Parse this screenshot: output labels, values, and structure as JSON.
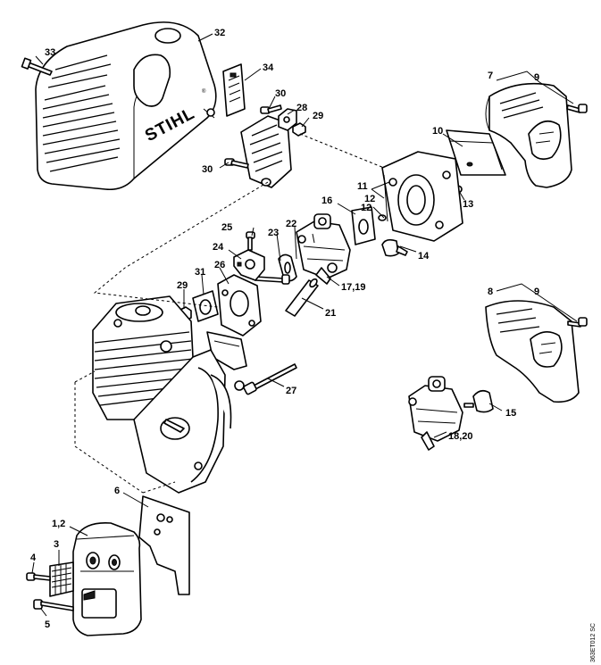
{
  "brand": "STIHL",
  "brand_mark": "®",
  "figure_code": "363ET012 SC",
  "labels": {
    "l1_2": "1,2",
    "l3": "3",
    "l4": "4",
    "l5": "5",
    "l6": "6",
    "l7": "7",
    "l8": "8",
    "l9a": "9",
    "l9b": "9",
    "l10": "10",
    "l11": "11",
    "l12a": "12",
    "l12b": "12",
    "l13": "13",
    "l14": "14",
    "l15": "15",
    "l16": "16",
    "l17_19": "17,19",
    "l18_20": "18,20",
    "l21": "21",
    "l22": "22",
    "l23": "23",
    "l24": "24",
    "l25": "25",
    "l26": "26",
    "l27": "27",
    "l28": "28",
    "l29a": "29",
    "l29b": "29",
    "l30a": "30",
    "l30b": "30",
    "l31": "31",
    "l32": "32",
    "l33": "33",
    "l34": "34"
  }
}
